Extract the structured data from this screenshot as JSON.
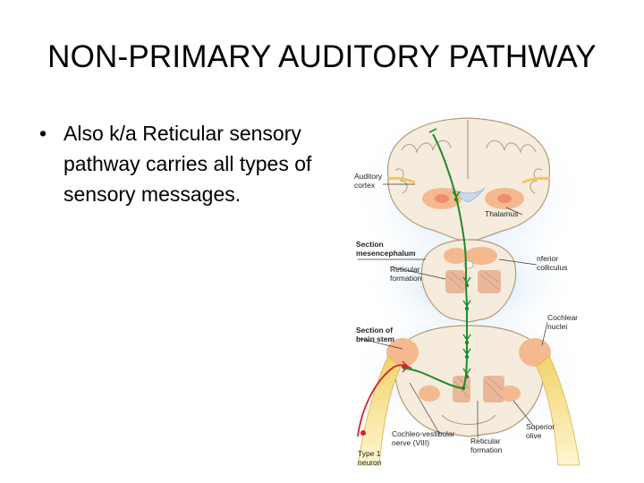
{
  "slide": {
    "title": "NON-PRIMARY AUDITORY PATHWAY",
    "bullets": [
      {
        "marker": "•",
        "text": "Also k/a Reticular sensory pathway carries all types of sensory messages."
      }
    ]
  },
  "figure": {
    "labels": {
      "auditory_cortex_1": "Auditory",
      "auditory_cortex_2": "cortex",
      "thalamus": "Thalamus",
      "section_mes_1": "Section",
      "section_mes_2": "mesencephalum",
      "reticular_1_a": "Reticular",
      "reticular_1_b": "formation",
      "inferior_colliculus_1": "nferior",
      "inferior_colliculus_2": "colliculus",
      "section_bs_1": "Section of",
      "section_bs_2": "brain stem",
      "cochlear_nuclei_1": "Cochlear",
      "cochlear_nuclei_2": "nuclei",
      "superior_olive_1": "Superior",
      "superior_olive_2": "olive",
      "cochleo_1": "Cochleo-vestibular",
      "cochleo_2": "nerve (VIII)",
      "reticular_2_a": "Reticular",
      "reticular_2_b": "formation",
      "type1_1": "Type 1",
      "type1_2": "neuron"
    },
    "colors": {
      "pathway": "#1f8a2c",
      "neuron": "#d2232a",
      "tissue": "#f6ecdd",
      "nucleus": "#f5b98f",
      "background_glow": "#cfe3f6",
      "reticular": "#e9b89a",
      "nerve": "#e7c24a"
    }
  }
}
